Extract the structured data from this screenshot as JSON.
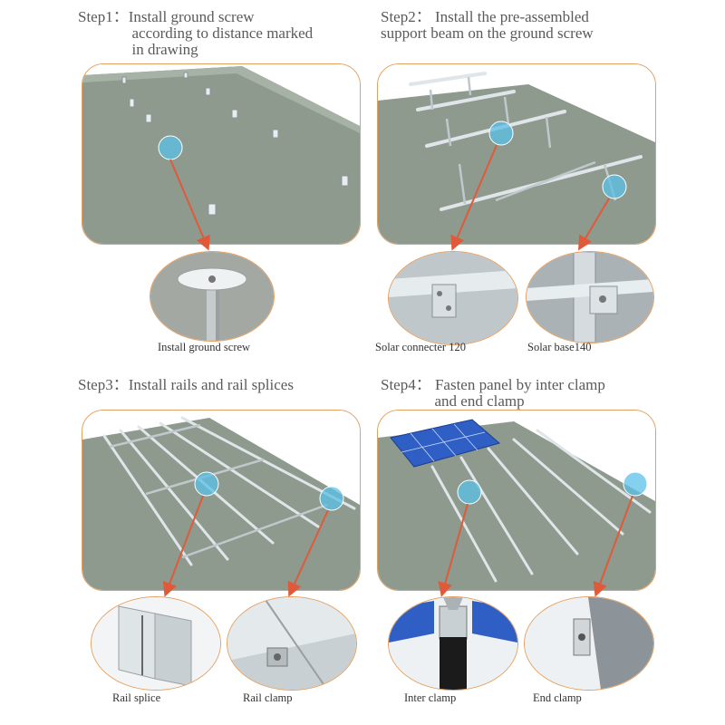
{
  "steps": [
    {
      "title": "Step1：Install ground screw\n              according to distance marked\n              in drawing",
      "details": [
        {
          "caption": "Install ground screw"
        }
      ]
    },
    {
      "title": "Step2： Install the pre-assembled\nsupport beam on the ground screw",
      "details": [
        {
          "caption": "Solar connecter 120"
        },
        {
          "caption": "Solar base140"
        }
      ]
    },
    {
      "title": "Step3：Install rails and rail splices",
      "details": [
        {
          "caption": "Rail splice"
        },
        {
          "caption": "Rail clamp"
        }
      ]
    },
    {
      "title": "Step4： Fasten panel by inter clamp\n              and end clamp",
      "details": [
        {
          "caption": "Inter clamp"
        },
        {
          "caption": "End clamp"
        }
      ]
    }
  ],
  "colors": {
    "border": "#e4a060",
    "ground": "#8c9a8c",
    "highlight": "#5bc0e8",
    "arrow": "#e05a3a"
  }
}
